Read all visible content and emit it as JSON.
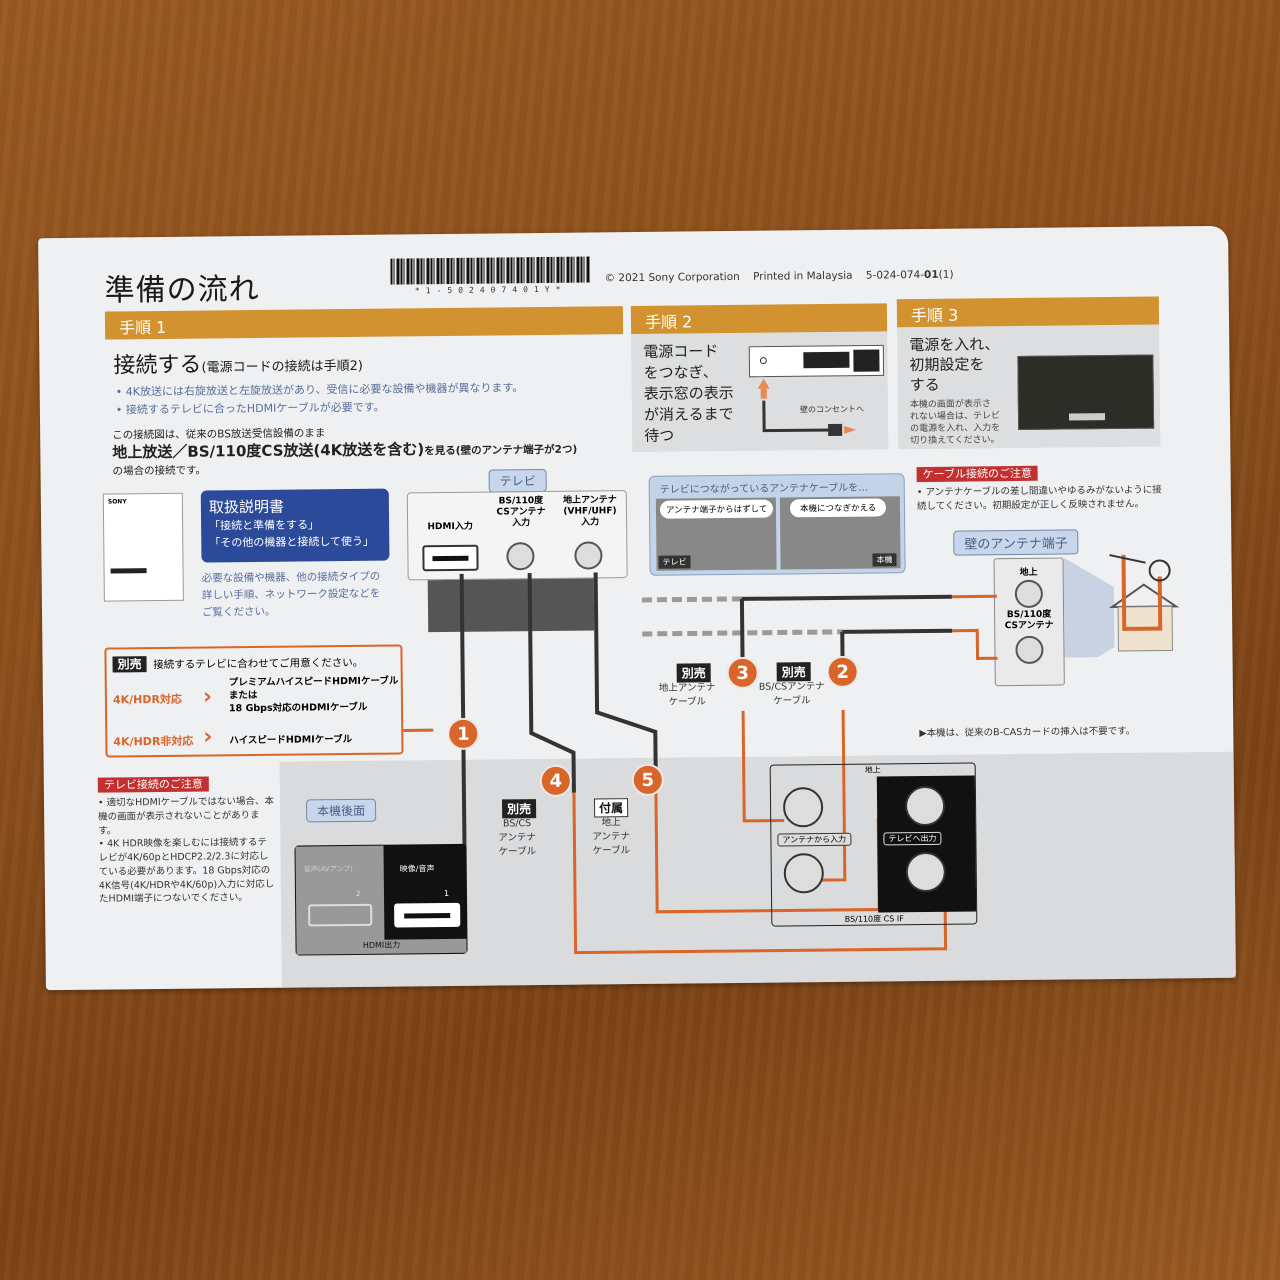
{
  "page": {
    "title": "準備の流れ",
    "barcode_text": "*1-502407401Y*",
    "copyright": "© 2021 Sony Corporation",
    "printed": "Printed in Malaysia",
    "part_number": "5-024-074-",
    "part_number_bold": "01",
    "part_number_suffix": "(1)"
  },
  "step1": {
    "header": "手順 1",
    "heading": "接続する",
    "heading_note": "(電源コードの接続は手順2)",
    "bullets": [
      "4K放送には右旋放送と左旋放送があり、受信に必要な設備や機器が異なります。",
      "接続するテレビに合ったHDMIケーブルが必要です。"
    ],
    "intro_line": "この接続図は、従来のBS放送受信設備のまま",
    "bold_line": "地上放送／BS/110度CS放送(4K放送を含む)",
    "bold_line_suffix": "を見る(壁のアンテナ端子が2つ)",
    "end_line": "の場合の接続です。"
  },
  "step2": {
    "header": "手順 2",
    "text": [
      "電源コード",
      "をつなぎ、",
      "表示窓の表示",
      "が消えるまで",
      "待つ"
    ],
    "outlet_label": "壁のコンセントへ"
  },
  "step3": {
    "header": "手順 3",
    "text": [
      "電源を入れ、",
      "初期設定を",
      "する"
    ],
    "note": [
      "本機の画面が表示さ",
      "れない場合は、テレビ",
      "の電源を入れ、入力を",
      "切り換えてください。"
    ]
  },
  "manual": {
    "brand": "SONY",
    "title": "取扱説明書",
    "line1": "「接続と準備をする」",
    "line2": "「その他の機器と接続して使う」",
    "desc": [
      "必要な設備や機器、他の接続タイプの",
      "詳しい手順、ネットワーク設定などを",
      "ご覧ください。"
    ]
  },
  "hdmi_cable_box": {
    "badge": "別売",
    "intro": "接続するテレビに合わせてご用意ください。",
    "rows": [
      {
        "label": "4K/HDR対応",
        "lines": [
          "プレミアムハイスピードHDMIケーブル",
          "または",
          "18 Gbps対応のHDMIケーブル"
        ]
      },
      {
        "label": "4K/HDR非対応",
        "lines": [
          "ハイスピードHDMIケーブル"
        ]
      }
    ]
  },
  "tv_note": {
    "header": "テレビ接続のご注意",
    "bullets": [
      "適切なHDMIケーブルではない場合、本機の画面が表示されないことがあります。",
      "4K HDR映像を楽しむには接続するテレビが4K/60pとHDCP2.2/2.3に対応している必要があります。18 Gbps対応の4K信号(4K/HDRや4K/60p)入力に対応したHDMI端子につないでください。"
    ]
  },
  "tv": {
    "label": "テレビ",
    "ports": [
      {
        "name": "HDMI入力"
      },
      {
        "name": "BS/110度\nCSアンテナ\n入力"
      },
      {
        "name": "地上アンテナ\n(VHF/UHF)\n入力"
      }
    ]
  },
  "antenna_swap": {
    "title": "テレビにつながっているアンテナケーブルを…",
    "bubble1": "アンテナ端子からはずして",
    "bubble2": "本機につなぎかえる",
    "tag_tv": "テレビ",
    "tag_unit": "本機"
  },
  "cable_note": {
    "header": "ケーブル接続のご注意",
    "text": "アンテナケーブルの差し間違いやゆるみがないように接続してください。初期設定が正しく反映されません。"
  },
  "wall": {
    "label": "壁のアンテナ端子",
    "port1": "地上",
    "port2": "BS/110度\nCSアンテナ"
  },
  "cables": [
    {
      "num": "1",
      "badge": "",
      "desc": ""
    },
    {
      "num": "2",
      "badge": "別売",
      "desc": "BS/CSアンテナ\nケーブル"
    },
    {
      "num": "3",
      "badge": "別売",
      "desc": "地上アンテナ\nケーブル"
    },
    {
      "num": "4",
      "badge": "別売",
      "desc": "BS/CS\nアンテナ\nケーブル"
    },
    {
      "num": "5",
      "badge": "付属",
      "desc": "地上\nアンテナ\nケーブル"
    }
  ],
  "bcas_note": "▶本機は、従来のB-CASカードの挿入は不要です。",
  "rear": {
    "label": "本機後面",
    "hdmi_audio": "音声(AVアンプ)",
    "hdmi_video": "映像/音声",
    "hdmi_out": "HDMI出力",
    "port2_num": "2",
    "port1_num": "1",
    "terrestrial": "地上",
    "ant_in": "アンテナから入力",
    "tv_out": "テレビへ出力",
    "bs_if": "BS/110度 CS IF"
  },
  "colors": {
    "step_header": "#d39230",
    "orange_cable": "#d9652a",
    "note_red": "#c23030",
    "manual_blue": "#2b4a9a",
    "table": "#8c4f1c"
  }
}
